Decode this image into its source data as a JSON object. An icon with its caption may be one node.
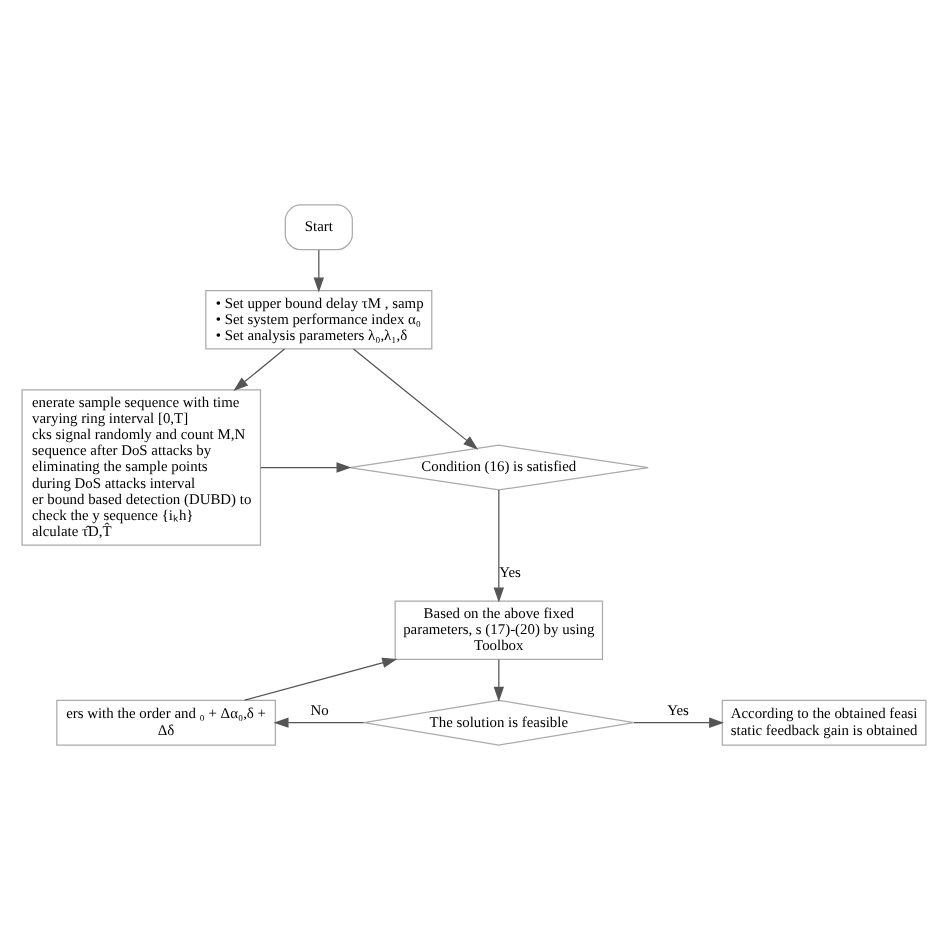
{
  "diagram": {
    "nodes": [
      {
        "text": [
          "Start"
        ]
      },
      {
        "text": [
          "• Set upper bound delay τM , samp",
          "• Set system performance index α₀",
          "• Set analysis parameters λ₀,λ₁,δ"
        ]
      },
      {
        "text": [
          "enerate sample sequence with time varying ring interval [0,T]",
          "cks signal randomly and count M,N",
          "sequence after DoS attacks by eliminating the sample points during DoS attacks interval",
          "er bound based detection (DUBD) to check the y sequence {iₖh}",
          "alculate τ̂D,T̂"
        ]
      },
      {
        "text": [
          "Condition (16) is satisfied"
        ]
      },
      {
        "text": [
          "Based on the above fixed parameters, s (17)-(20) by using Toolbox"
        ]
      },
      {
        "text": [
          "The solution is feasible"
        ]
      },
      {
        "text": [
          "ers with the order and ₀ + Δα₀,δ + Δδ"
        ]
      },
      {
        "text": [
          "According to the obtained feasi static feedback gain is obtained"
        ]
      }
    ],
    "edges": [
      {
        "from": 0,
        "to": 1,
        "arrow": "to"
      },
      {
        "from": 1,
        "to": 2,
        "arrow": "to"
      },
      {
        "from": 1,
        "to": 3,
        "arrow": "to"
      },
      {
        "from": 2,
        "to": 3,
        "arrow": "to"
      },
      {
        "from": 3,
        "to": 4,
        "arrow": "to",
        "label": "Yes"
      },
      {
        "from": 4,
        "to": 5,
        "arrow": "to"
      },
      {
        "from": 5,
        "to": 6,
        "arrow": "to",
        "label": "No"
      },
      {
        "from": 5,
        "to": 7,
        "arrow": "to",
        "label": "Yes"
      },
      {
        "from": 6,
        "to": 4,
        "arrow": "to"
      }
    ]
  }
}
